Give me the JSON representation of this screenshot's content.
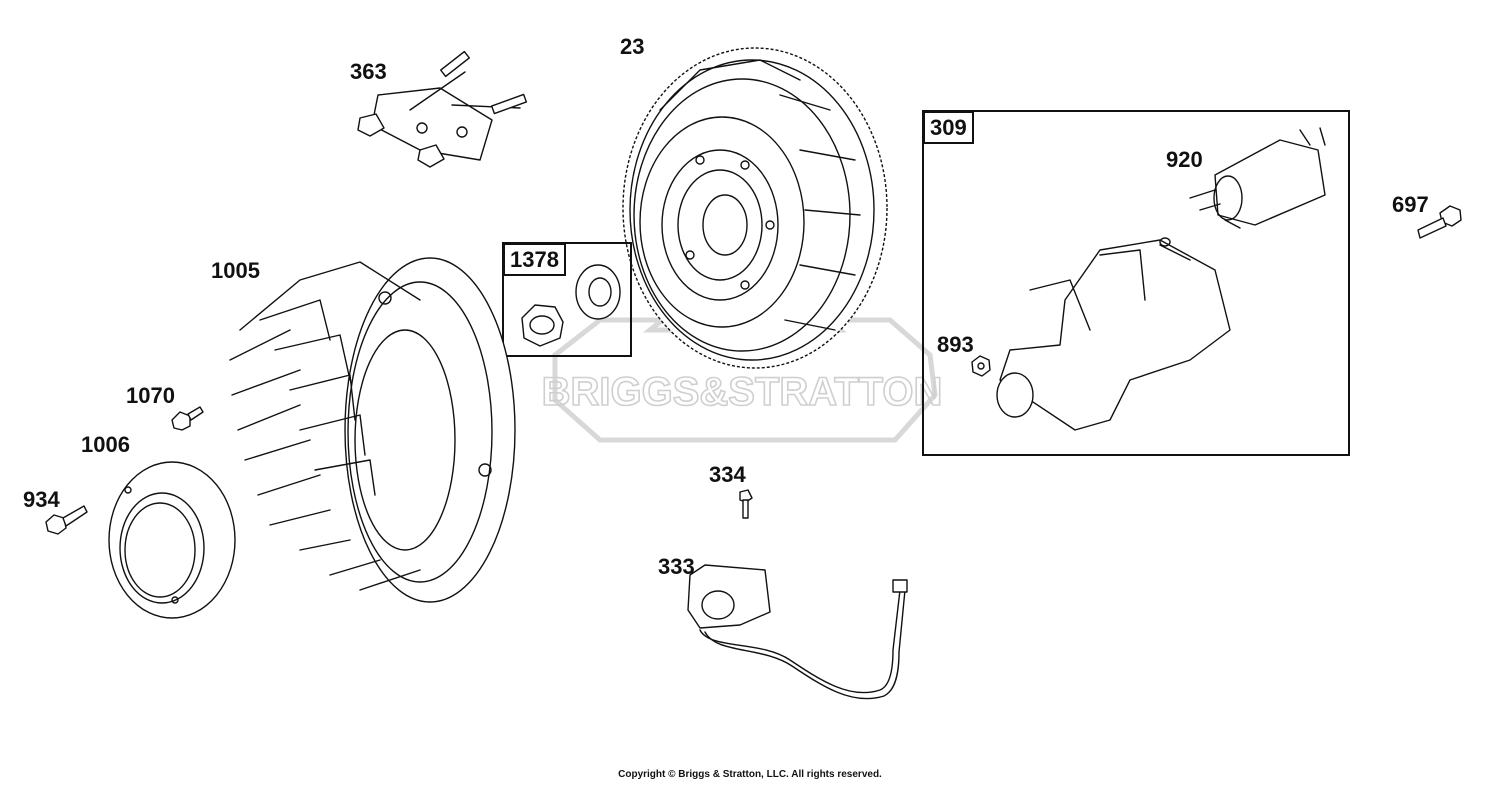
{
  "diagram": {
    "callouts": [
      {
        "id": "c23",
        "label": "23"
      },
      {
        "id": "c363",
        "label": "363"
      },
      {
        "id": "c309",
        "label": "309"
      },
      {
        "id": "c920",
        "label": "920"
      },
      {
        "id": "c697",
        "label": "697"
      },
      {
        "id": "c1378",
        "label": "1378"
      },
      {
        "id": "c1005",
        "label": "1005"
      },
      {
        "id": "c893",
        "label": "893"
      },
      {
        "id": "c1070",
        "label": "1070"
      },
      {
        "id": "c1006",
        "label": "1006"
      },
      {
        "id": "c934",
        "label": "934"
      },
      {
        "id": "c334",
        "label": "334"
      },
      {
        "id": "c333",
        "label": "333"
      }
    ],
    "watermark": "BRIGGS&STRATTON",
    "copyright": "Copyright © Briggs & Stratton, LLC. All rights reserved."
  },
  "colors": {
    "line": "#111111",
    "watermark": "#d8d8d8",
    "background": "#ffffff"
  }
}
